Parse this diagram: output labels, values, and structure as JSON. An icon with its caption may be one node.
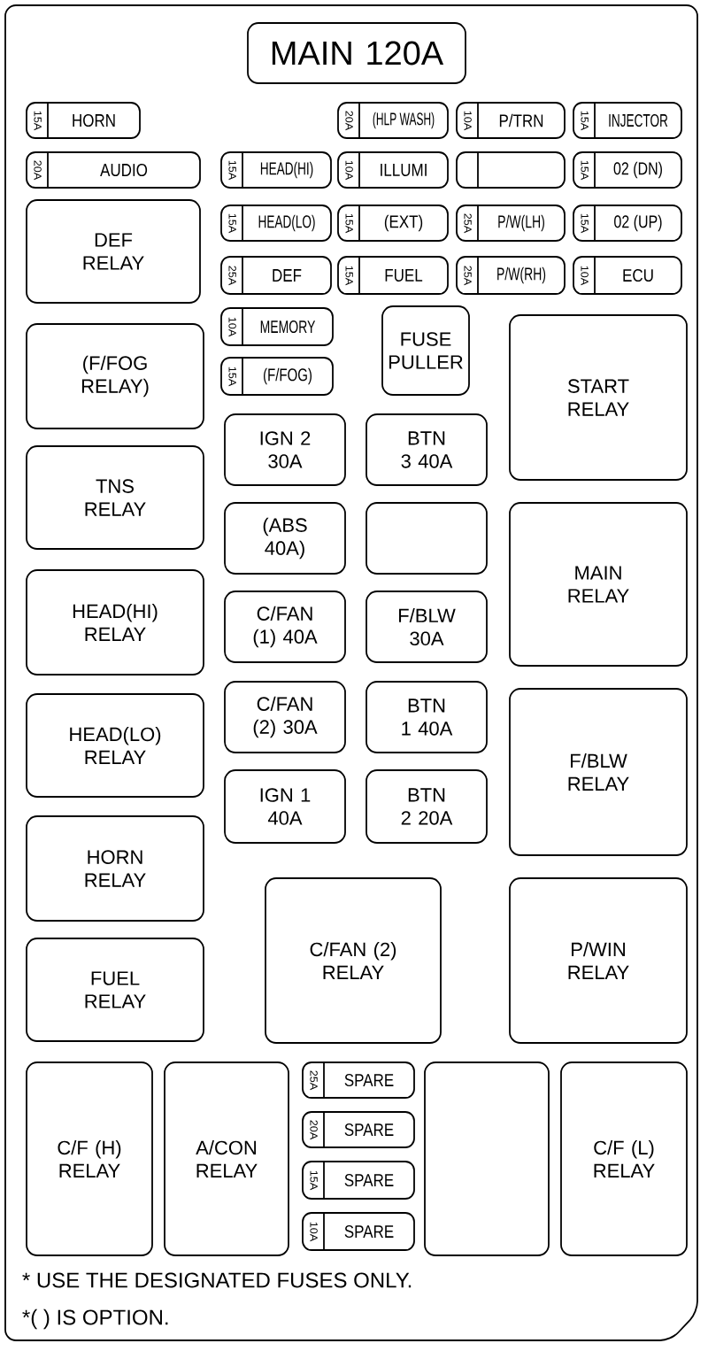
{
  "diagram": {
    "nodes": [
      {
        "text": [],
        "shape": "box"
      },
      {
        "text": [
          "MAIN 120A"
        ],
        "in": 0
      },
      {
        "text": [
          "15A",
          "HORN"
        ],
        "in": 0
      },
      {
        "text": [
          "20A",
          "(HLP WASH)"
        ],
        "in": 0
      },
      {
        "text": [
          "10A",
          "P/TRN"
        ],
        "in": 0
      },
      {
        "text": [
          "15A",
          "INJECTOR"
        ],
        "in": 0
      },
      {
        "text": [
          "20A",
          "AUDIO"
        ],
        "in": 0
      },
      {
        "text": [
          "15A",
          "HEAD(HI)"
        ],
        "in": 0
      },
      {
        "text": [
          "10A",
          "ILLUMI"
        ],
        "in": 0
      },
      {
        "text": [],
        "shape": "box",
        "in": 0
      },
      {
        "text": [
          "15A",
          "02 (DN)"
        ],
        "in": 0
      },
      {
        "text": [
          "DEF RELAY"
        ],
        "in": 0
      },
      {
        "text": [
          "15A",
          "HEAD(LO)"
        ],
        "in": 0
      },
      {
        "text": [
          "15A",
          "(EXT)"
        ],
        "in": 0
      },
      {
        "text": [
          "25A",
          "P/W(LH)"
        ],
        "in": 0
      },
      {
        "text": [
          "15A",
          "02 (UP)"
        ],
        "in": 0
      },
      {
        "text": [
          "25A",
          "DEF"
        ],
        "in": 0
      },
      {
        "text": [
          "15A",
          "FUEL"
        ],
        "in": 0
      },
      {
        "text": [
          "25A",
          "P/W(RH)"
        ],
        "in": 0
      },
      {
        "text": [
          "10A",
          "ECU"
        ],
        "in": 0
      },
      {
        "text": [
          "10A",
          "MEMORY"
        ],
        "in": 0
      },
      {
        "text": [
          "FUSE PULLER"
        ],
        "in": 0
      },
      {
        "text": [
          "(F/FOG RELAY)"
        ],
        "in": 0
      },
      {
        "text": [
          "15A",
          "(F/FOG)"
        ],
        "in": 0
      },
      {
        "text": [
          "START RELAY"
        ],
        "in": 0
      },
      {
        "text": [
          "TNS RELAY"
        ],
        "in": 0
      },
      {
        "text": [
          "IGN 2 30A"
        ],
        "in": 0
      },
      {
        "text": [
          "BTN 3 40A"
        ],
        "in": 0
      },
      {
        "text": [
          "(ABS 40A)"
        ],
        "in": 0
      },
      {
        "text": [],
        "shape": "box",
        "in": 0
      },
      {
        "text": [
          "MAIN RELAY"
        ],
        "in": 0
      },
      {
        "text": [
          "HEAD(HI) RELAY"
        ],
        "in": 0
      },
      {
        "text": [
          "C/FAN (1) 40A"
        ],
        "in": 0
      },
      {
        "text": [
          "F/BLW 30A"
        ],
        "in": 0
      },
      {
        "text": [
          "HEAD(LO) RELAY"
        ],
        "in": 0
      },
      {
        "text": [
          "C/FAN (2) 30A"
        ],
        "in": 0
      },
      {
        "text": [
          "BTN 1 40A"
        ],
        "in": 0
      },
      {
        "text": [
          "F/BLW RELAY"
        ],
        "in": 0
      },
      {
        "text": [
          "IGN 1 40A"
        ],
        "in": 0
      },
      {
        "text": [
          "BTN 2 20A"
        ],
        "in": 0
      },
      {
        "text": [
          "HORN RELAY"
        ],
        "in": 0
      },
      {
        "text": [
          "C/FAN (2) RELAY"
        ],
        "in": 0
      },
      {
        "text": [
          "P/WIN RELAY"
        ],
        "in": 0
      },
      {
        "text": [
          "FUEL RELAY"
        ],
        "in": 0
      },
      {
        "text": [
          "C/F (H) RELAY"
        ],
        "in": 0
      },
      {
        "text": [
          "A/CON RELAY"
        ],
        "in": 0
      },
      {
        "text": [
          "25A",
          "SPARE"
        ],
        "in": 0
      },
      {
        "text": [
          "20A",
          "SPARE"
        ],
        "in": 0
      },
      {
        "text": [
          "15A",
          "SPARE"
        ],
        "in": 0
      },
      {
        "text": [
          "10A",
          "SPARE"
        ],
        "in": 0
      },
      {
        "text": [],
        "shape": "box",
        "in": 0
      },
      {
        "text": [
          "C/F (L) RELAY"
        ],
        "in": 0
      }
    ],
    "labels": [
      "* USE THE DESIGNATED FUSES ONLY.",
      "*( ) IS OPTION."
    ]
  }
}
